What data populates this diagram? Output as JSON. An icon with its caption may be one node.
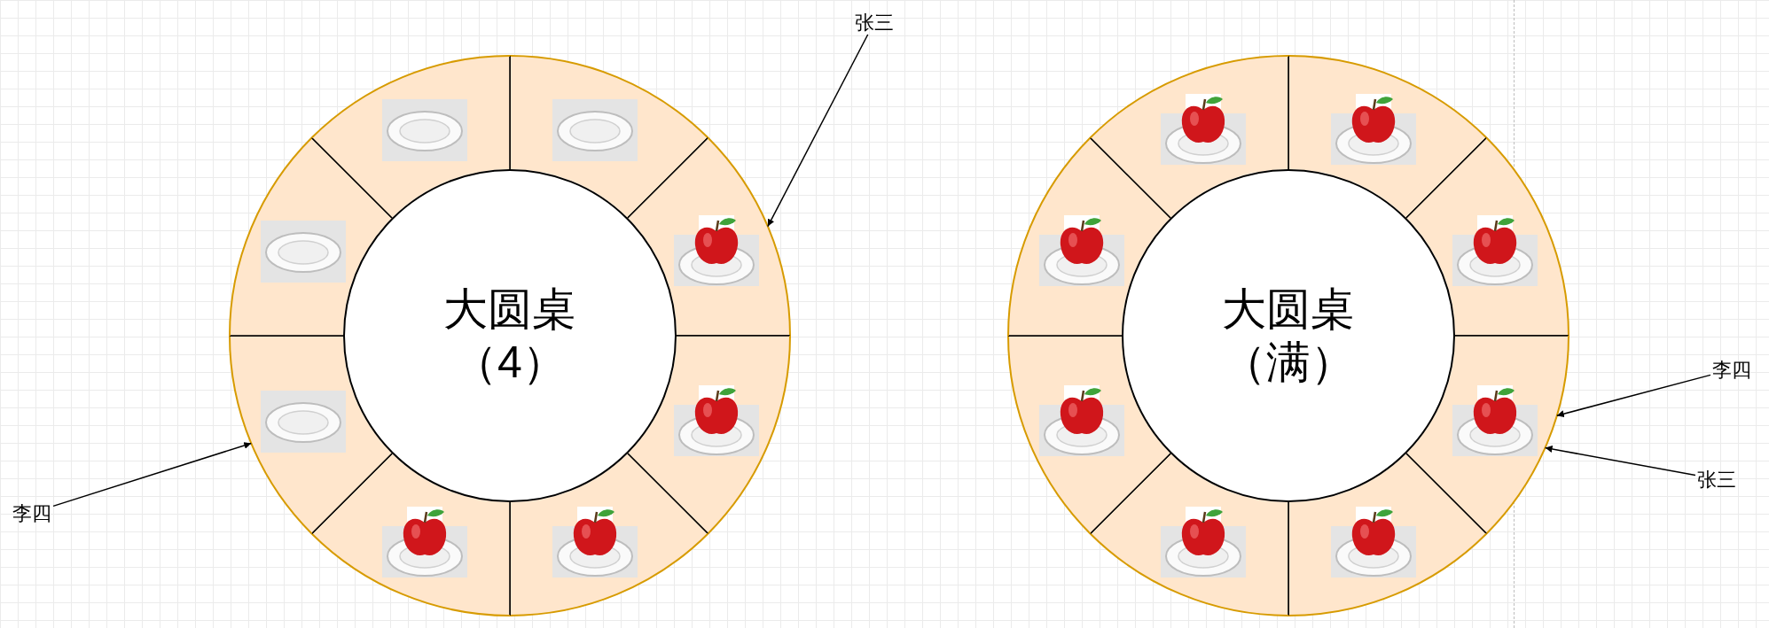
{
  "diagram": {
    "nodes": [
      {
        "text": [
          "张三"
        ]
      },
      {
        "text": [
          "李四"
        ]
      },
      {
        "text": [
          "大圆桌",
          "（4）"
        ]
      },
      {
        "text": [],
        "shape": "sector"
      },
      {
        "text": [],
        "shape": "sector"
      },
      {
        "text": [],
        "shape": "sector"
      },
      {
        "text": [],
        "shape": "sector"
      },
      {
        "text": [],
        "shape": "sector"
      },
      {
        "text": [],
        "shape": "sector"
      },
      {
        "text": [],
        "shape": "sector"
      },
      {
        "text": [],
        "shape": "sector"
      },
      {
        "text": [
          "大圆桌",
          "（满）"
        ]
      },
      {
        "text": [],
        "shape": "sector"
      },
      {
        "text": [],
        "shape": "sector"
      },
      {
        "text": [],
        "shape": "sector"
      },
      {
        "text": [],
        "shape": "sector"
      },
      {
        "text": [],
        "shape": "sector"
      },
      {
        "text": [],
        "shape": "sector"
      },
      {
        "text": [],
        "shape": "sector"
      },
      {
        "text": [],
        "shape": "sector"
      },
      {
        "text": [
          "李四"
        ]
      },
      {
        "text": [
          "张三"
        ]
      }
    ],
    "edges": [
      {
        "from": 0,
        "to": 4,
        "arrow": "to"
      },
      {
        "from": 1,
        "to": 8,
        "arrow": "to"
      },
      {
        "from": 20,
        "to": 14,
        "arrow": "to"
      },
      {
        "from": 21,
        "to": 14,
        "arrow": "to"
      }
    ]
  }
}
